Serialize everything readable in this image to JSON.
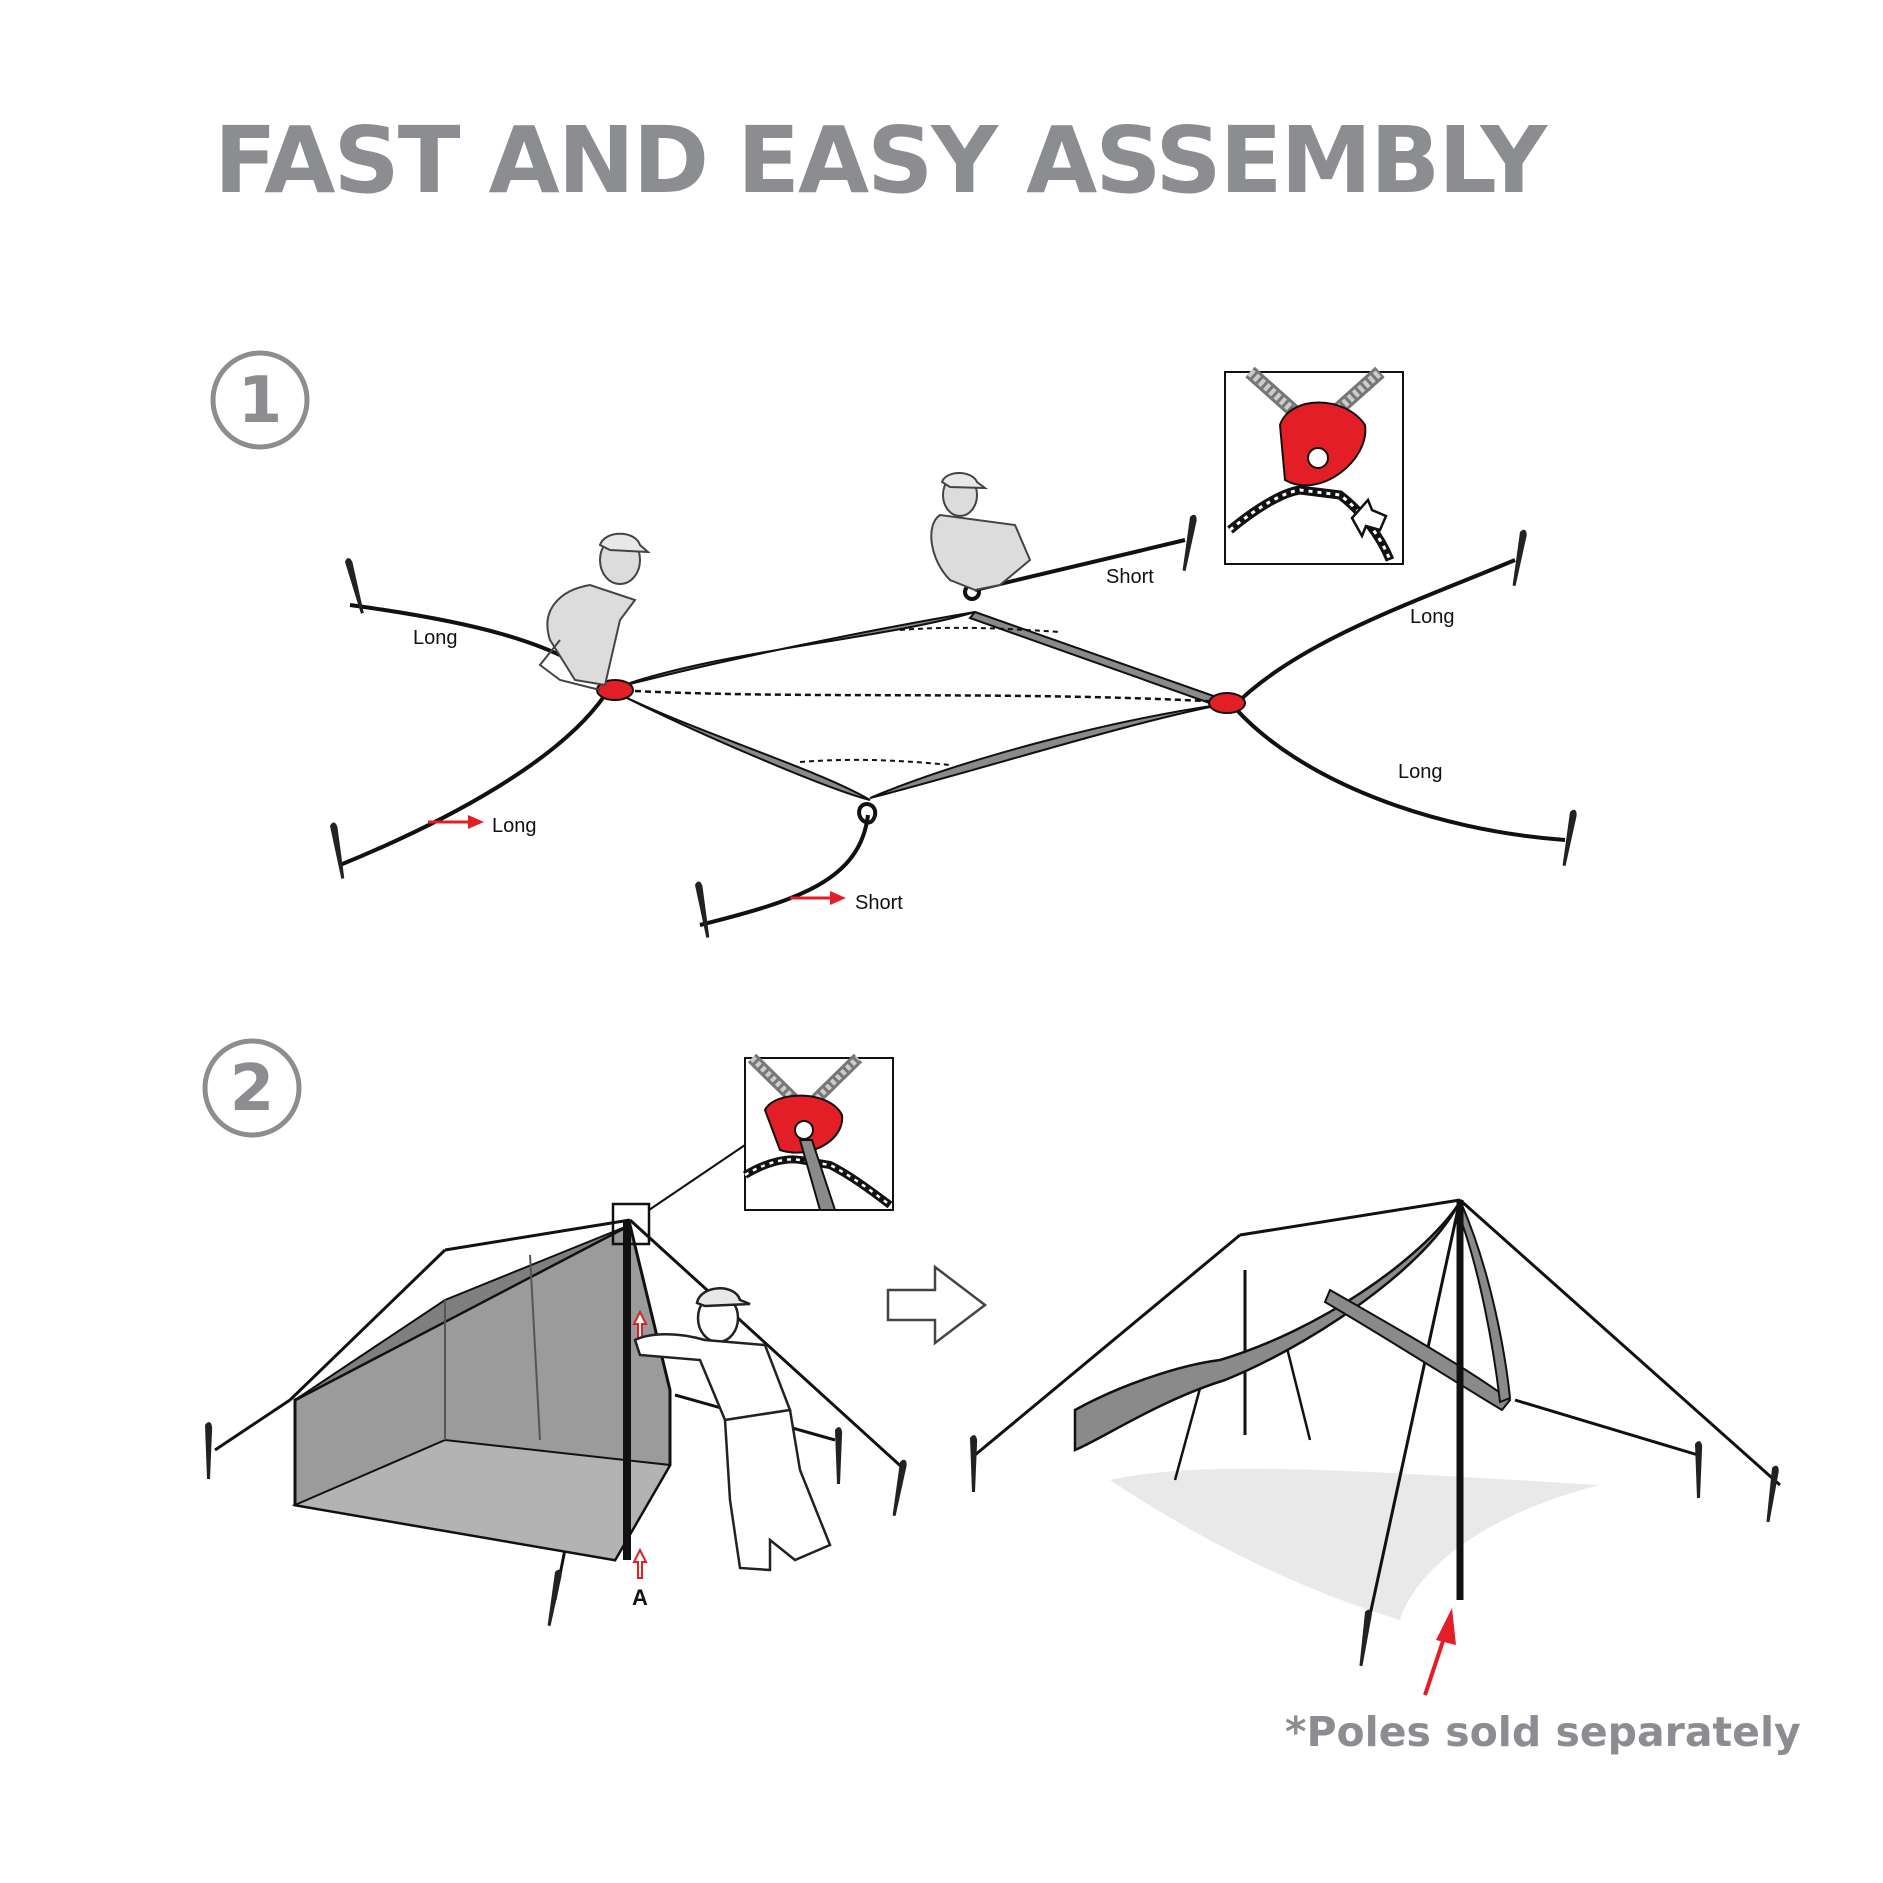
{
  "title": "FAST AND EASY ASSEMBLY",
  "steps": [
    {
      "number": "1",
      "labels": {
        "long_left_top": "Long",
        "long_left_bottom": "Long",
        "short_top": "Short",
        "short_bottom": "Short",
        "long_right_top": "Long",
        "long_right_bottom": "Long"
      }
    },
    {
      "number": "2",
      "pole_label": "A"
    }
  ],
  "footnote": "*Poles sold separately",
  "colors": {
    "accent": "#e41e26",
    "gray_text": "#8c8d90",
    "fabric": "#8a8a8a",
    "line": "#111111"
  },
  "icons": [
    "person-kneeling-icon",
    "stake-icon",
    "arrow-right-icon",
    "red-anchor-icon",
    "pole-icon"
  ]
}
